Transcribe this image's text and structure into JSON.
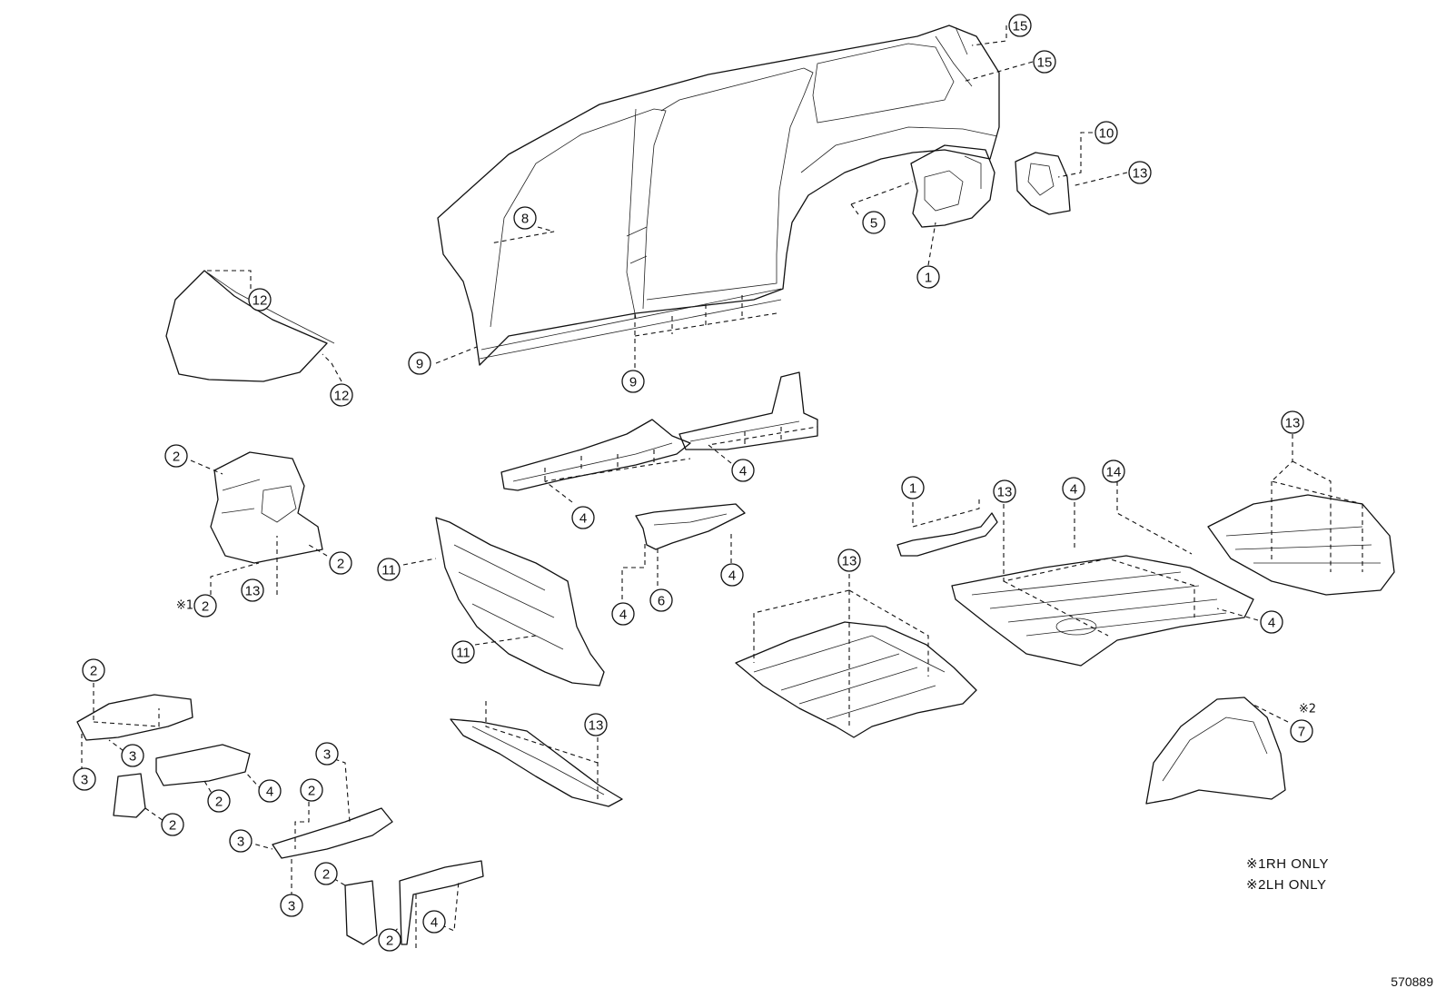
{
  "callouts": [
    {
      "label": "15"
    },
    {
      "label": "15"
    },
    {
      "label": "10"
    },
    {
      "label": "13"
    },
    {
      "label": "5"
    },
    {
      "label": "1"
    },
    {
      "label": "8"
    },
    {
      "label": "12"
    },
    {
      "label": "12"
    },
    {
      "label": "9"
    },
    {
      "label": "9"
    },
    {
      "label": "2"
    },
    {
      "label": "2"
    },
    {
      "label": "2",
      "mark": "※1"
    },
    {
      "label": "13"
    },
    {
      "label": "4"
    },
    {
      "label": "4"
    },
    {
      "label": "11"
    },
    {
      "label": "11"
    },
    {
      "label": "4"
    },
    {
      "label": "4"
    },
    {
      "label": "6"
    },
    {
      "label": "1"
    },
    {
      "label": "13"
    },
    {
      "label": "4"
    },
    {
      "label": "13"
    },
    {
      "label": "14"
    },
    {
      "label": "13"
    },
    {
      "label": "4"
    },
    {
      "label": "7",
      "mark": "※2"
    },
    {
      "label": "2"
    },
    {
      "label": "3"
    },
    {
      "label": "3"
    },
    {
      "label": "2"
    },
    {
      "label": "4"
    },
    {
      "label": "2"
    },
    {
      "label": "3"
    },
    {
      "label": "2"
    },
    {
      "label": "3"
    },
    {
      "label": "3"
    },
    {
      "label": "2"
    },
    {
      "label": "4"
    },
    {
      "label": "2"
    },
    {
      "label": "13"
    }
  ],
  "notes": [
    {
      "mark": "※1",
      "text": "RH ONLY"
    },
    {
      "mark": "※2",
      "text": "LH ONLY"
    }
  ],
  "reference_number": "570889"
}
